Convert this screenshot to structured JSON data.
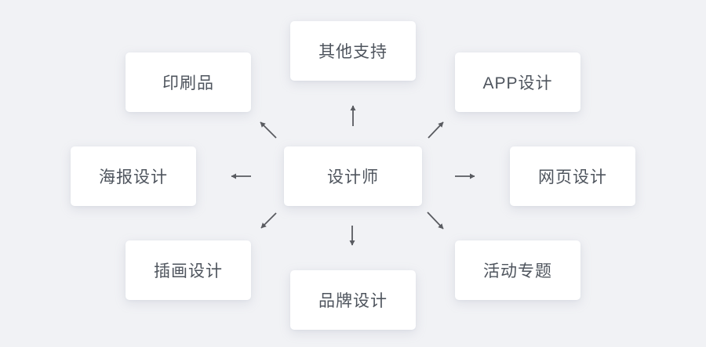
{
  "diagram": {
    "title": "designer-skills-radial-diagram",
    "center": {
      "label": "设计师"
    },
    "satellites": {
      "top": {
        "label": "其他支持"
      },
      "top_left": {
        "label": "印刷品"
      },
      "top_right": {
        "label": "APP设计"
      },
      "left": {
        "label": "海报设计"
      },
      "right": {
        "label": "网页设计"
      },
      "bottom_left": {
        "label": "插画设计"
      },
      "bottom": {
        "label": "品牌设计"
      },
      "bottom_right": {
        "label": "活动专题"
      }
    },
    "connections": [
      {
        "from": "设计师",
        "to": "其他支持",
        "direction": "up"
      },
      {
        "from": "设计师",
        "to": "印刷品",
        "direction": "up-left"
      },
      {
        "from": "设计师",
        "to": "APP设计",
        "direction": "up-right"
      },
      {
        "from": "设计师",
        "to": "海报设计",
        "direction": "left"
      },
      {
        "from": "设计师",
        "to": "网页设计",
        "direction": "right"
      },
      {
        "from": "设计师",
        "to": "插画设计",
        "direction": "down-left"
      },
      {
        "from": "设计师",
        "to": "品牌设计",
        "direction": "down"
      },
      {
        "from": "设计师",
        "to": "活动专题",
        "direction": "down-right"
      }
    ],
    "colors": {
      "background": "#f1f2f5",
      "card_background": "#ffffff",
      "text": "#4e545d",
      "arrow": "#595b60"
    }
  }
}
